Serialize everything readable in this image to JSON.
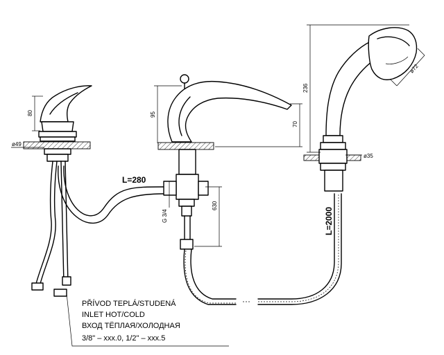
{
  "dimensions": {
    "d49": "ø49",
    "h80": "80",
    "h95": "95",
    "h70": "70",
    "h236": "236",
    "d72": "ø72",
    "d35": "ø35",
    "l280": "L=280",
    "g34": "G 3/4",
    "h630": "630",
    "l2000": "L=2000"
  },
  "inlet_note": {
    "line1": "PŘÍVOD TEPLÁ/STUDENÁ",
    "line2": "INLET HOT/COLD",
    "line3": "ВХОД ТЁПЛАЯ/ХОЛОДНАЯ",
    "line4": "3/8\" – xxx.0, 1/2\" – xxx.5"
  }
}
